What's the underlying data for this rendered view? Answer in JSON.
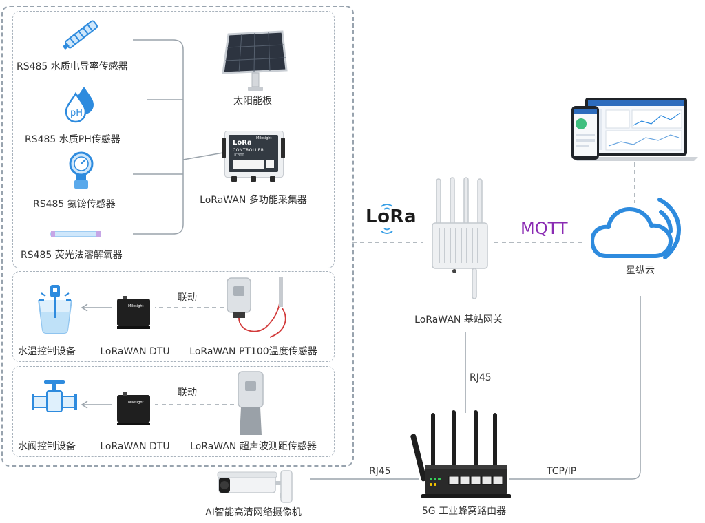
{
  "sensors": {
    "conductivity": "RS485 水质电导率传感器",
    "ph": "RS485 水质PH传感器",
    "ammonia": "RS485 氨镑传感器",
    "oxygen": "RS485 荧光法溶解氧器"
  },
  "solar_panel": "太阳能板",
  "controller": {
    "label": "LoRaWAN 多功能采集器",
    "face_title": "LoRa",
    "face_subtitle": "CONTROLLER",
    "face_model": "UC300",
    "brand": "Milesight"
  },
  "group_temp": {
    "device": "水温控制设备",
    "dtu": "LoRaWAN DTU",
    "sensor": "LoRaWAN PT100温度传感器",
    "link": "联动"
  },
  "group_valve": {
    "device": "水阀控制设备",
    "dtu": "LoRaWAN DTU",
    "sensor": "LoRaWAN 超声波测距传感器",
    "link": "联动"
  },
  "gateway": {
    "label": "LoRaWAN 基站网关",
    "protocol_logo": "LoRa",
    "protocol_up": "MQTT"
  },
  "cloud": {
    "label": "星纵云"
  },
  "router": {
    "label": "5G 工业蜂窝路由器"
  },
  "camera": {
    "label": "AI智能高清网络摄像机"
  },
  "links": {
    "gw_router": "RJ45",
    "camera_router": "RJ45",
    "router_cloud": "TCP/IP"
  },
  "colors": {
    "line": "#9aa3ab",
    "accent_blue": "#2e8bde",
    "mqtt_purple": "#8a2bb3",
    "probe_red": "#d23a3a"
  },
  "icons": [
    "conductivity-sensor-icon",
    "ph-drop-icon",
    "pressure-gauge-icon",
    "oxygen-probe-icon",
    "solar-panel-icon",
    "controller-box-icon",
    "water-tank-icon",
    "dtu-box-icon",
    "pt100-sensor-icon",
    "valve-icon",
    "ultrasonic-sensor-icon",
    "gateway-icon",
    "cloud-icon",
    "laptop-dashboard-icon",
    "router-icon",
    "camera-icon"
  ]
}
